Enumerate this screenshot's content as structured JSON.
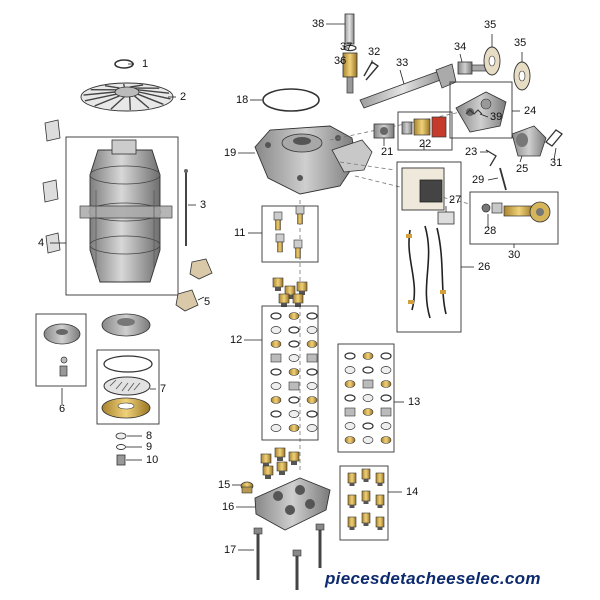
{
  "diagram": {
    "watermark": "piecesdetacheeselec.com",
    "callouts": [
      "1",
      "2",
      "3",
      "4",
      "5",
      "6",
      "7",
      "8",
      "9",
      "10",
      "11",
      "12",
      "13",
      "14",
      "15",
      "16",
      "17",
      "18",
      "19",
      "21",
      "22",
      "23",
      "24",
      "25",
      "26",
      "27",
      "28",
      "29",
      "30",
      "31",
      "32",
      "33",
      "34",
      "35",
      "35",
      "36",
      "37",
      "38",
      "39"
    ]
  }
}
